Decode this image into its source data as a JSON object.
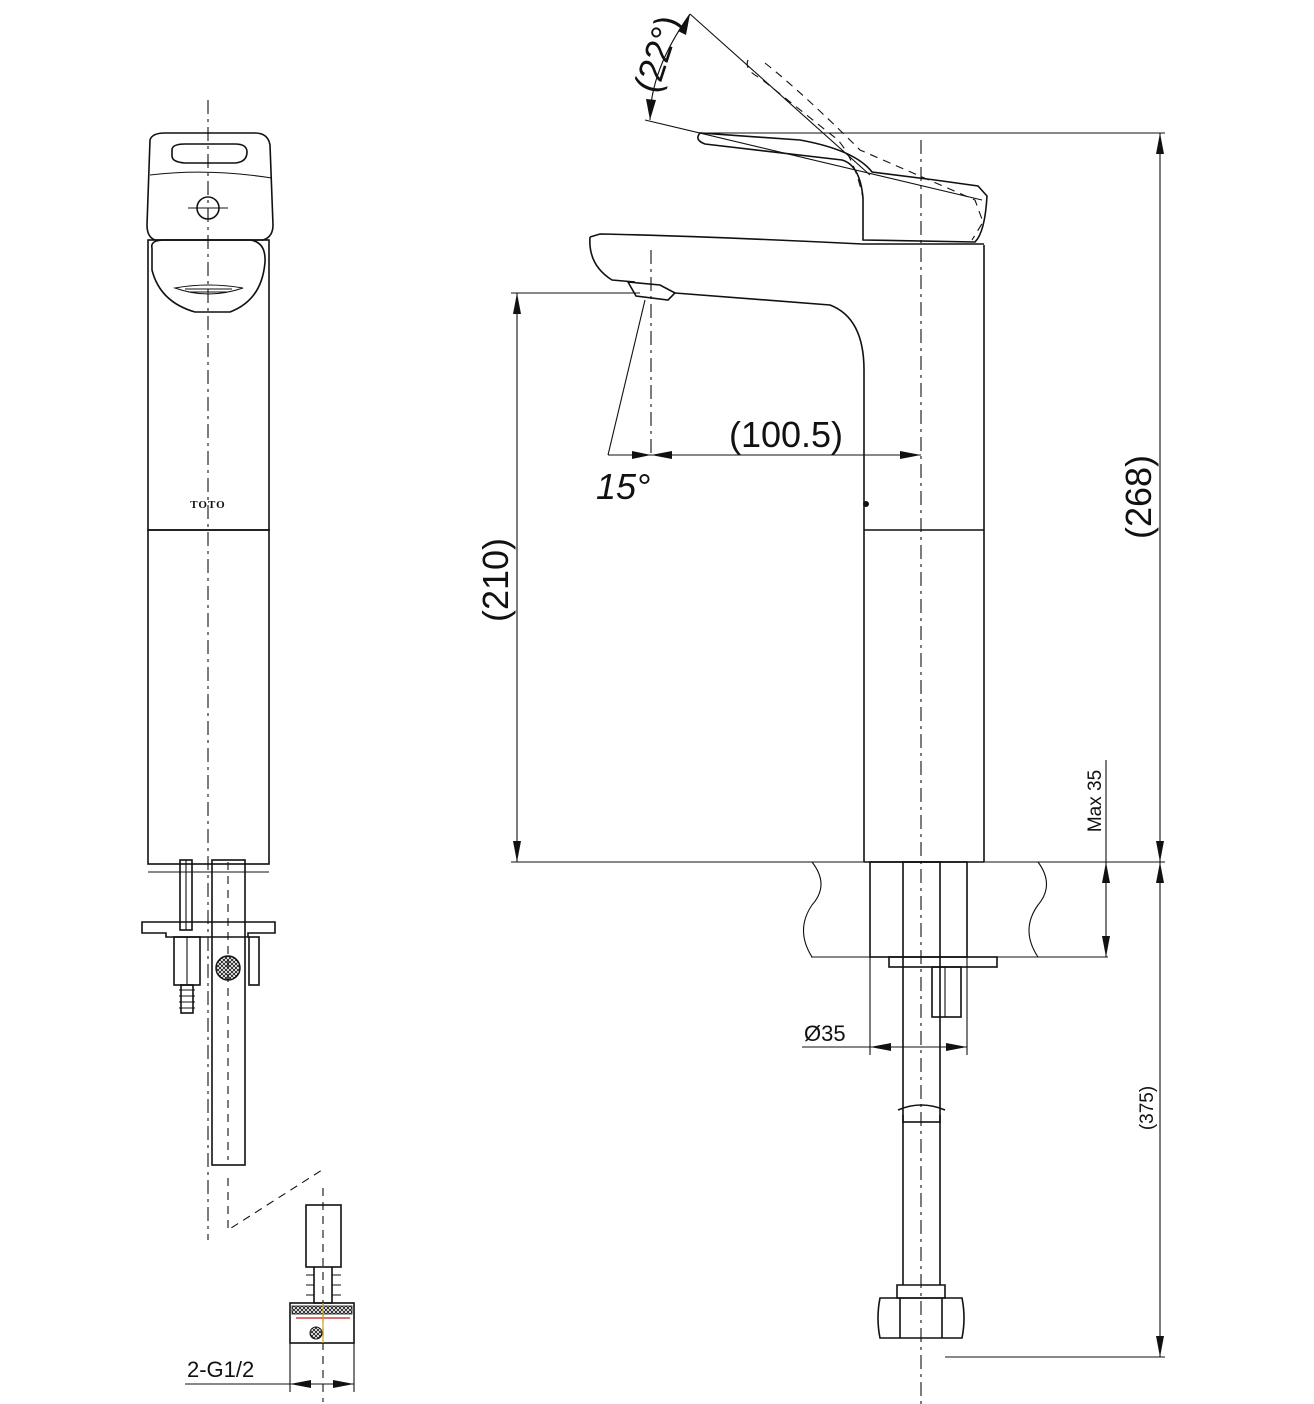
{
  "front_view": {
    "brand_mark": "TOTO",
    "thread_label": "2-G1/2"
  },
  "side_view": {
    "dimensions": {
      "lever_angle": "(22°)",
      "spout_angle": "15°",
      "spout_reach": "(100.5)",
      "spout_height": "(210)",
      "overall_height": "(268)",
      "counter_thickness": "Max 35",
      "body_diameter": "Ø35",
      "hose_length": "(375)"
    }
  }
}
